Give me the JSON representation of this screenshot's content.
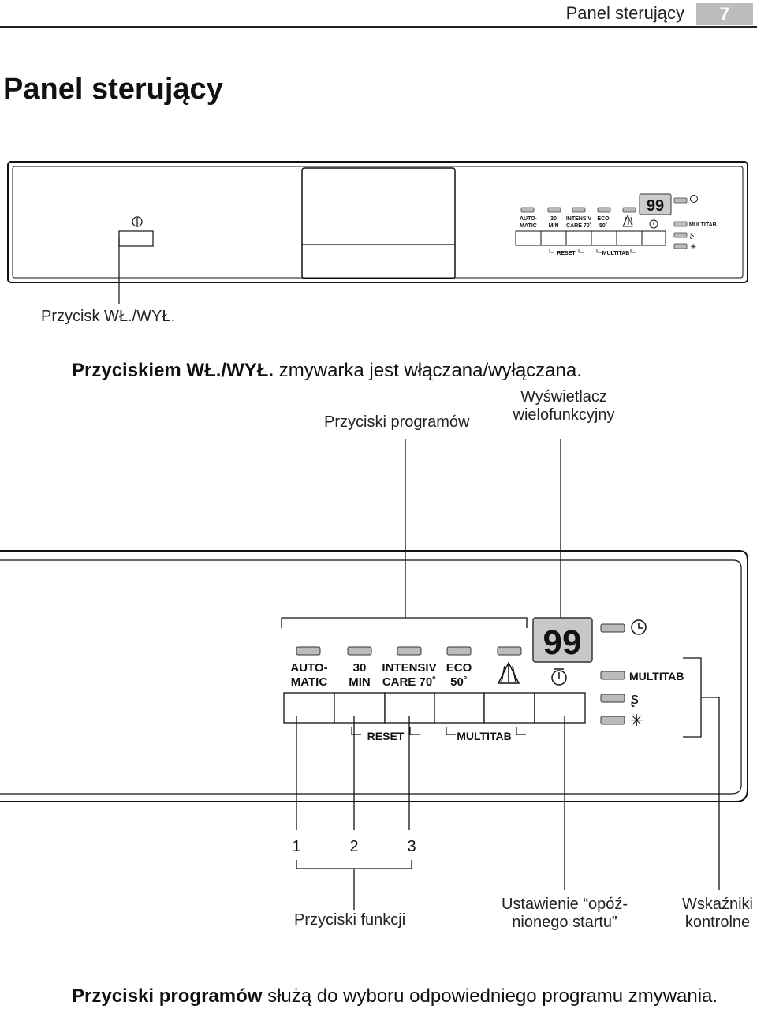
{
  "header": {
    "section_title": "Panel sterujący",
    "page_number": "7"
  },
  "page_title": "Panel sterujący",
  "small_panel": {
    "power_button_label": "Przycisk WŁ./WYŁ.",
    "programs": [
      {
        "line1": "AUTO-",
        "line2": "MATIC"
      },
      {
        "line1": "30",
        "line2": "MIN"
      },
      {
        "line1": "INTENSIV",
        "line2": "CARE 70˚"
      },
      {
        "line1": "ECO",
        "line2": "50˚"
      }
    ],
    "display": "99",
    "multitab": "MULTITAB",
    "reset": "RESET"
  },
  "power_sentence": {
    "bold": "Przyciskiem WŁ./WYŁ.",
    "rest": " zmywarka jest włączana/wyłączana."
  },
  "callouts": {
    "program_buttons": "Przyciski programów",
    "display_line1": "Wyświetlacz",
    "display_line2": "wielofunkcyjny",
    "function_buttons": "Przyciski funkcji",
    "delay_line1": "Ustawienie “opóź-",
    "delay_line2": "nionego startu”",
    "indicators_line1": "Wskaźniki",
    "indicators_line2": "kontrolne"
  },
  "large_panel": {
    "programs": [
      {
        "line1": "AUTO-",
        "line2": "MATIC"
      },
      {
        "line1": "30",
        "line2": "MIN"
      },
      {
        "line1": "INTENSIV",
        "line2": "CARE 70˚"
      },
      {
        "line1": "ECO",
        "line2": "50˚"
      }
    ],
    "display": "99",
    "multitab": "MULTITAB",
    "reset": "RESET",
    "numbers": [
      "1",
      "2",
      "3"
    ]
  },
  "footer_sentence": {
    "bold": "Przyciski programów",
    "rest": " służą do wyboru odpowiedniego programu zmywania."
  },
  "icons": [
    "power-icon",
    "clock-icon",
    "delay-start-icon",
    "pre-rinse-icon",
    "salt-refill-icon",
    "rinse-aid-icon"
  ]
}
